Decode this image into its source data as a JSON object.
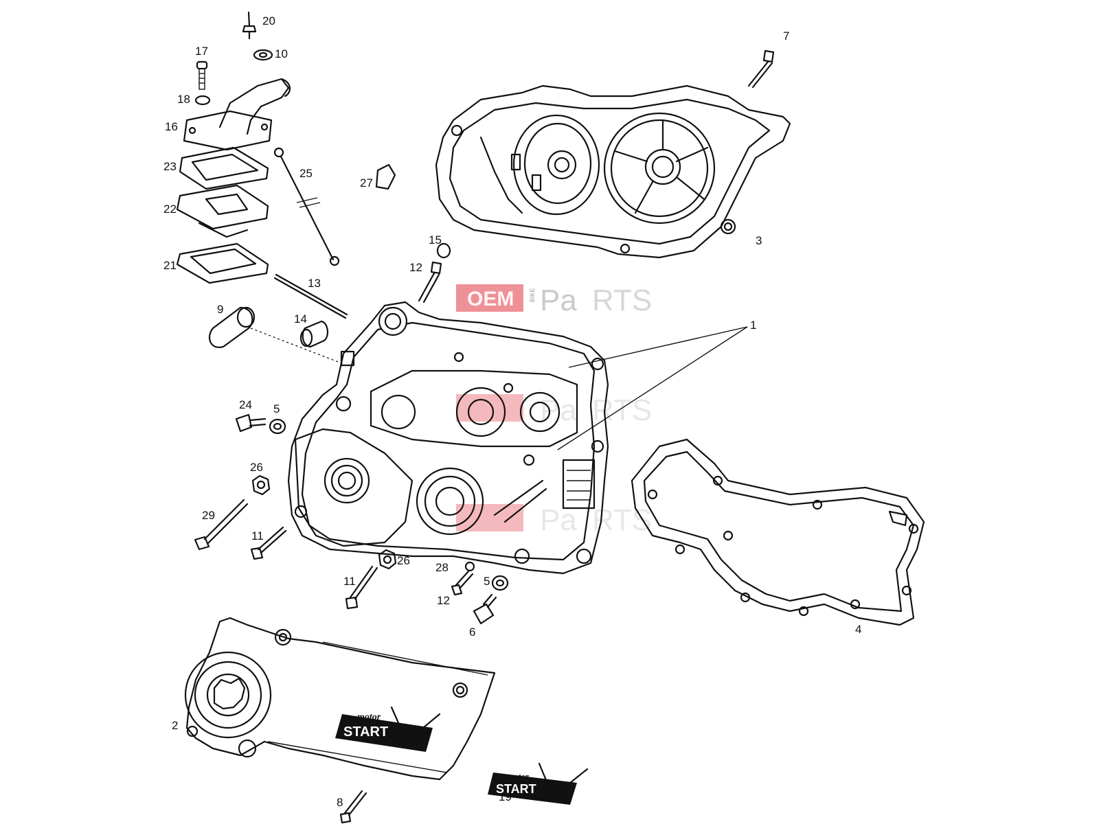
{
  "watermark": {
    "oem": "OEM",
    "bike": "BIKE",
    "pa": "Pa",
    "rts": "RTS",
    "accent": "#e0373f"
  },
  "decal": {
    "brand": "motor",
    "text": "START"
  },
  "callouts": [
    {
      "label": "1"
    },
    {
      "label": "2"
    },
    {
      "label": "3"
    },
    {
      "label": "4"
    },
    {
      "label": "5"
    },
    {
      "label": "5"
    },
    {
      "label": "6"
    },
    {
      "label": "7"
    },
    {
      "label": "8"
    },
    {
      "label": "9"
    },
    {
      "label": "10"
    },
    {
      "label": "11"
    },
    {
      "label": "11"
    },
    {
      "label": "12"
    },
    {
      "label": "12"
    },
    {
      "label": "13"
    },
    {
      "label": "14"
    },
    {
      "label": "15"
    },
    {
      "label": "16"
    },
    {
      "label": "17"
    },
    {
      "label": "18"
    },
    {
      "label": "19"
    },
    {
      "label": "20"
    },
    {
      "label": "21"
    },
    {
      "label": "22"
    },
    {
      "label": "23"
    },
    {
      "label": "24"
    },
    {
      "label": "25"
    },
    {
      "label": "26"
    },
    {
      "label": "26"
    },
    {
      "label": "27"
    },
    {
      "label": "28"
    },
    {
      "label": "29"
    }
  ]
}
